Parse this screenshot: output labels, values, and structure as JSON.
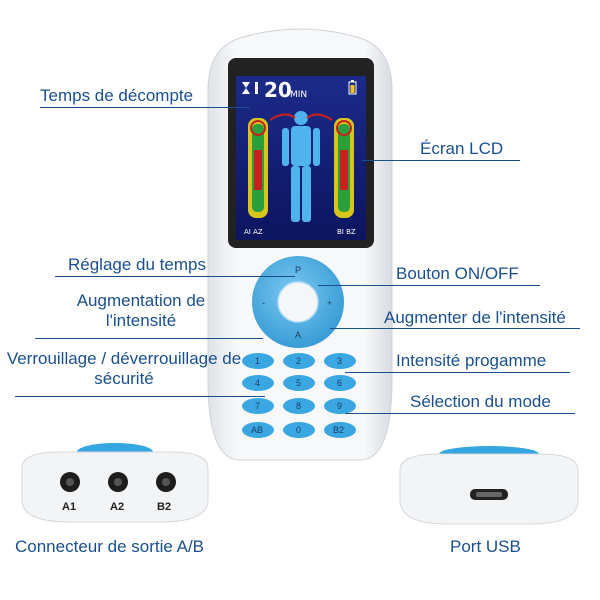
{
  "labels": {
    "countdown": "Temps de décompte",
    "lcd": "Écran LCD",
    "time_setting": "Réglage du temps",
    "on_off": "Bouton ON/OFF",
    "increase_intensity_left": "Augmentation de l'intensité",
    "increase_intensity_right": "Augmenter de l'intensité",
    "lock": "Verrouillage / déverrouillage de sécurité",
    "program_intensity": "Intensité progamme",
    "mode_select": "Sélection du mode",
    "output_connector": "Connecteur de sortie A/B",
    "usb_port": "Port USB"
  },
  "lcd": {
    "time_value": "20",
    "time_unit": "MIN",
    "channel_left": "AI AZ",
    "channel_right": "BI BZ"
  },
  "dpad": {
    "up": "P",
    "down": "A",
    "left": "-",
    "right": "+"
  },
  "keypad": [
    "1",
    "2",
    "3",
    "4",
    "5",
    "6",
    "7",
    "8",
    "9",
    "AB",
    "0",
    "B2"
  ],
  "ports": [
    "A1",
    "A2",
    "B2"
  ],
  "colors": {
    "accent_blue": "#35a6e0",
    "label_blue": "#1a4f8f",
    "device_white": "#f4f5f7"
  }
}
